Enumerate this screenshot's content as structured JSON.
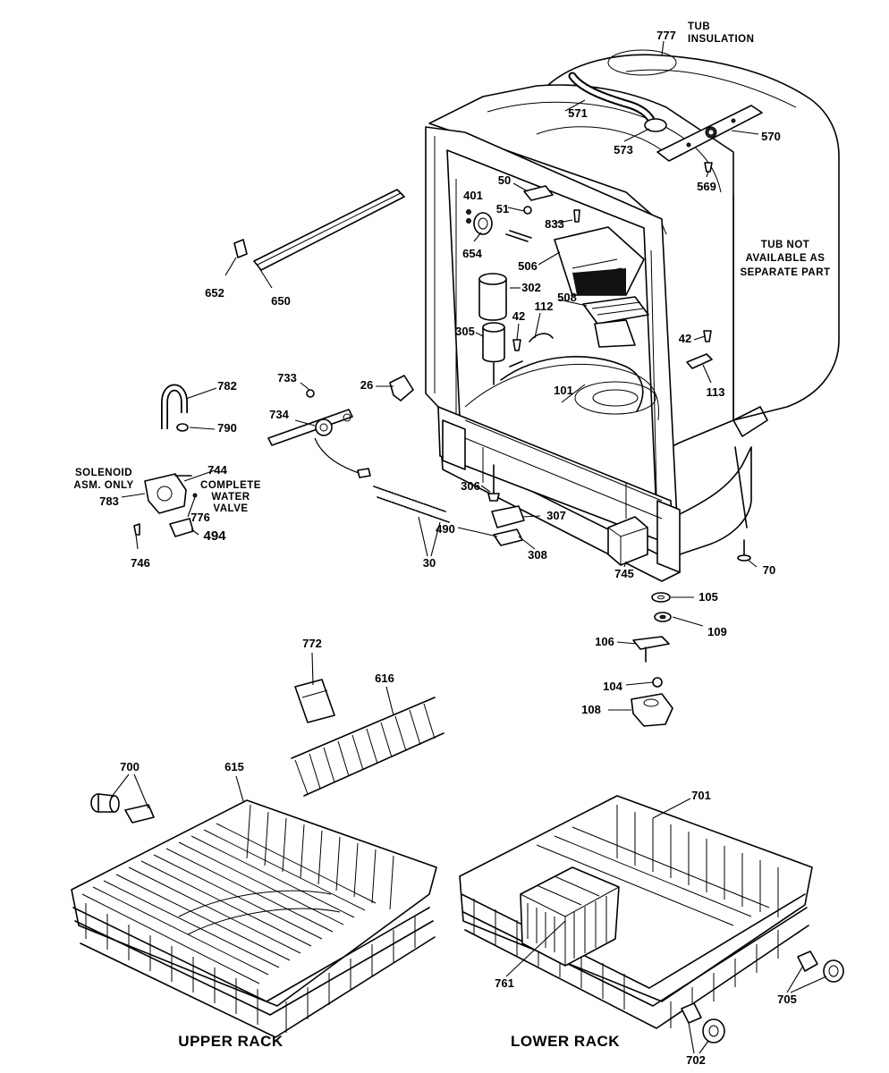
{
  "notes": {
    "tub_insulation": [
      "TUB",
      "INSULATION"
    ],
    "tub_not_available": [
      "TUB NOT",
      "AVAILABLE AS",
      "SEPARATE PART"
    ],
    "solenoid": [
      "SOLENOID",
      "ASM. ONLY"
    ],
    "complete_valve": [
      "COMPLETE",
      "WATER",
      "VALVE"
    ]
  },
  "captions": {
    "upper_rack": "UPPER RACK",
    "lower_rack": "LOWER RACK"
  },
  "parts": {
    "p777": "777",
    "p571": "571",
    "p573": "573",
    "p570": "570",
    "p569": "569",
    "p50": "50",
    "p401": "401",
    "p51": "51",
    "p833": "833",
    "p654": "654",
    "p506": "506",
    "p302": "302",
    "p508": "508",
    "p42a": "42",
    "p112": "112",
    "p305": "305",
    "p42b": "42",
    "p113": "113",
    "p101": "101",
    "p26": "26",
    "p652": "652",
    "p650": "650",
    "p782": "782",
    "p790": "790",
    "p733": "733",
    "p734": "734",
    "p744": "744",
    "p783": "783",
    "p776": "776",
    "p494": "494",
    "p746": "746",
    "p30": "30",
    "p306": "306",
    "p307": "307",
    "p490": "490",
    "p308": "308",
    "p745": "745",
    "p70": "70",
    "p105": "105",
    "p109": "109",
    "p106": "106",
    "p104": "104",
    "p108": "108",
    "p772": "772",
    "p616": "616",
    "p700": "700",
    "p615": "615",
    "p701": "701",
    "p761": "761",
    "p705": "705",
    "p702": "702"
  }
}
